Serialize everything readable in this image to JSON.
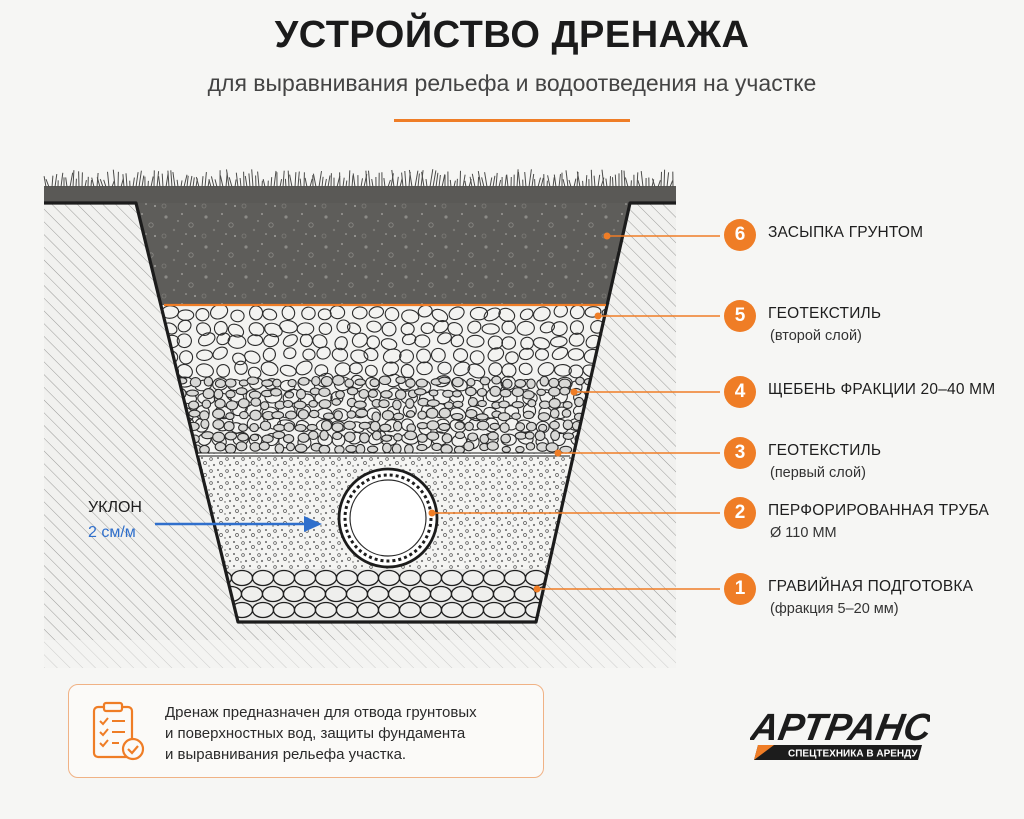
{
  "header": {
    "title": "УСТРОЙСТВО ДРЕНАЖА",
    "subtitle": "для выравнивания рельефа и водоотведения на участке"
  },
  "layers": [
    {
      "number": "6",
      "label": "ЗАСЫПКА ГРУНТОМ",
      "sub": ""
    },
    {
      "number": "5",
      "label": "ГЕОТЕКСТИЛЬ",
      "sub": "(второй слой)"
    },
    {
      "number": "4",
      "label": "ЩЕБЕНЬ ФРАКЦИИ 20–40 ММ",
      "sub": ""
    },
    {
      "number": "3",
      "label": "ГЕОТЕКСТИЛЬ",
      "sub": "(первый слой)"
    },
    {
      "number": "2",
      "label": "ПЕРФОРИРОВАННАЯ ТРУБА",
      "sub": "Ø 110 ММ"
    },
    {
      "number": "1",
      "label": "ГРАВИЙНАЯ ПОДГОТОВКА",
      "sub": "(фракция 5–20 мм)"
    }
  ],
  "slope": {
    "label": "УКЛОН",
    "value": "2 см/м"
  },
  "note": {
    "lines": [
      "Дренаж предназначен для отвода грунтовых",
      "и поверхностных вод, защиты фундамента",
      "и выравнивания рельефа участка."
    ]
  },
  "logo": {
    "name": "АРТРАНС",
    "tagline": "СПЕЦТЕХНИКА В АРЕНДУ"
  },
  "colors": {
    "accent": "#ef7d26",
    "slope_arrow": "#2f6fcc",
    "soil": "#5a5956",
    "outline": "#1c1c1c"
  },
  "icons": {
    "note": "checklist-clipboard-icon"
  }
}
